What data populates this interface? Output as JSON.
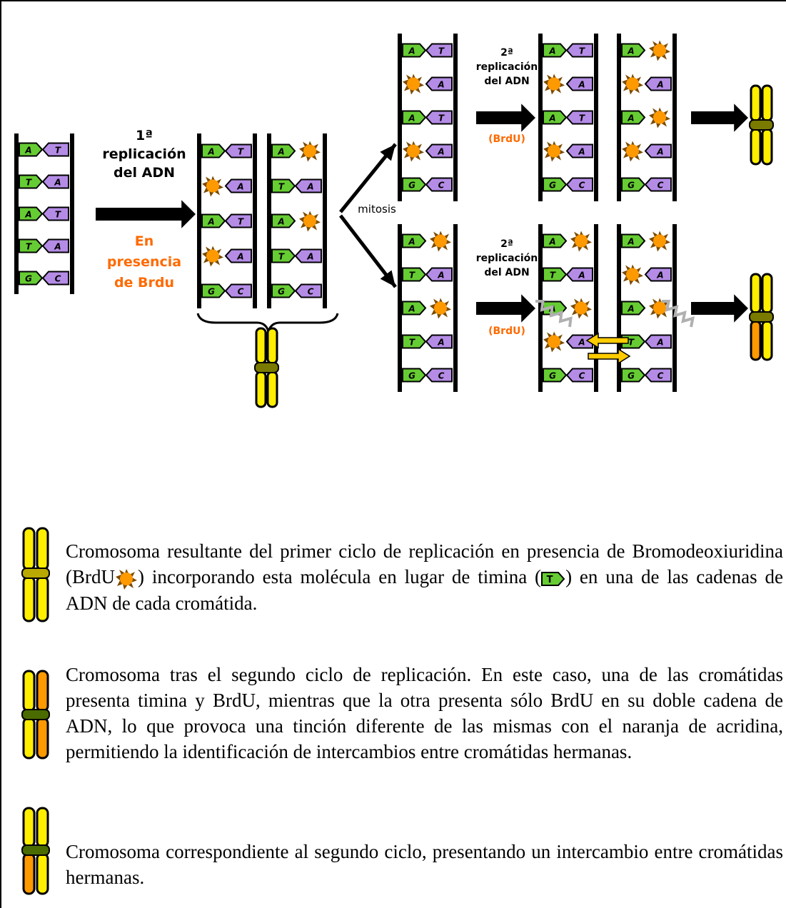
{
  "labels": {
    "first_replication_num": "1ª",
    "first_replication_line1": "replicación",
    "first_replication_line2": "del ADN",
    "presence_line1": "En",
    "presence_line2": "presencia",
    "presence_line3": "de Brdu",
    "mitosis": "mitosis",
    "second_replication_num": "2ª",
    "second_replication_line1": "replicación",
    "second_replication_line2": "del ADN",
    "brdu_paren": "(BrdU)"
  },
  "bases": [
    "A",
    "T",
    "C",
    "G"
  ],
  "legend": {
    "item1_before": "Cromosoma resultante del primer ciclo de replicación en presencia de Bromodeoxiuridina (BrdU",
    "item1_middle": ") incorporando esta molécula en lugar de timina (",
    "item1_after": ") en una de las cadenas de ADN de cada cromátida.",
    "item1_icon_letter": "T",
    "item2": "Cromosoma tras el segundo ciclo de replicación. En este caso, una de las cromátidas presenta timina y BrdU, mientras que la otra presenta sólo BrdU en su doble cadena de ADN, lo que provoca una tinción diferente de las mismas con el naranja de acridina, permitiendo la identificación de intercambios entre cromátidas hermanas.",
    "item3": "Cromosoma correspondiente al segundo ciclo, presentando un intercambio entre cromátidas hermanas."
  },
  "colors": {
    "green_base": "#66cc33",
    "purple_base": "#b48ce6",
    "brdu_orange": "#ff9900",
    "brdu_label": "#ff6a00",
    "chromosome_yellow": "#ffee00",
    "chromosome_orange": "#ff9900"
  }
}
